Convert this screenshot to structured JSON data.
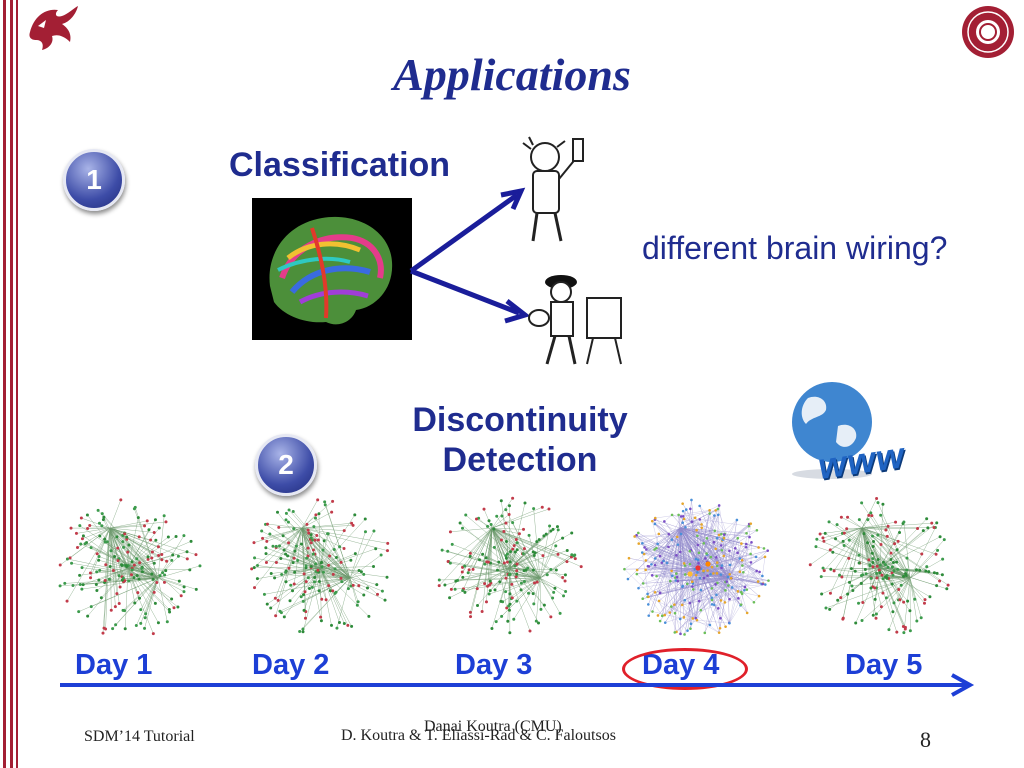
{
  "slide": {
    "title": "Applications",
    "badges": [
      "1",
      "2"
    ],
    "classification_label": "Classification",
    "question": "different brain wiring?",
    "discontinuity_label": [
      "Discontinuity",
      "Detection"
    ],
    "www_label": "www",
    "days": [
      "Day 1",
      "Day 2",
      "Day 3",
      "Day 4",
      "Day 5"
    ],
    "highlight_day": "Day 4"
  },
  "footer": {
    "left": "SDM’14 Tutorial",
    "center_overlay": "Danai Koutra (CMU)",
    "center": "D. Koutra & T. Eliassi-Rad & C. Faloutsos",
    "page": "8"
  },
  "colors": {
    "accent": "#a31f34",
    "title": "#1f2c8f",
    "day_text": "#1d3fd6",
    "timeline": "#1d3fd6",
    "highlight_ring": "#e0202a"
  },
  "icons": [
    "rutgers-dragon-logo",
    "rutgers-seal-logo",
    "brain-image",
    "scientist-icon",
    "artist-icon",
    "globe-icon",
    "network-graph-icon"
  ]
}
